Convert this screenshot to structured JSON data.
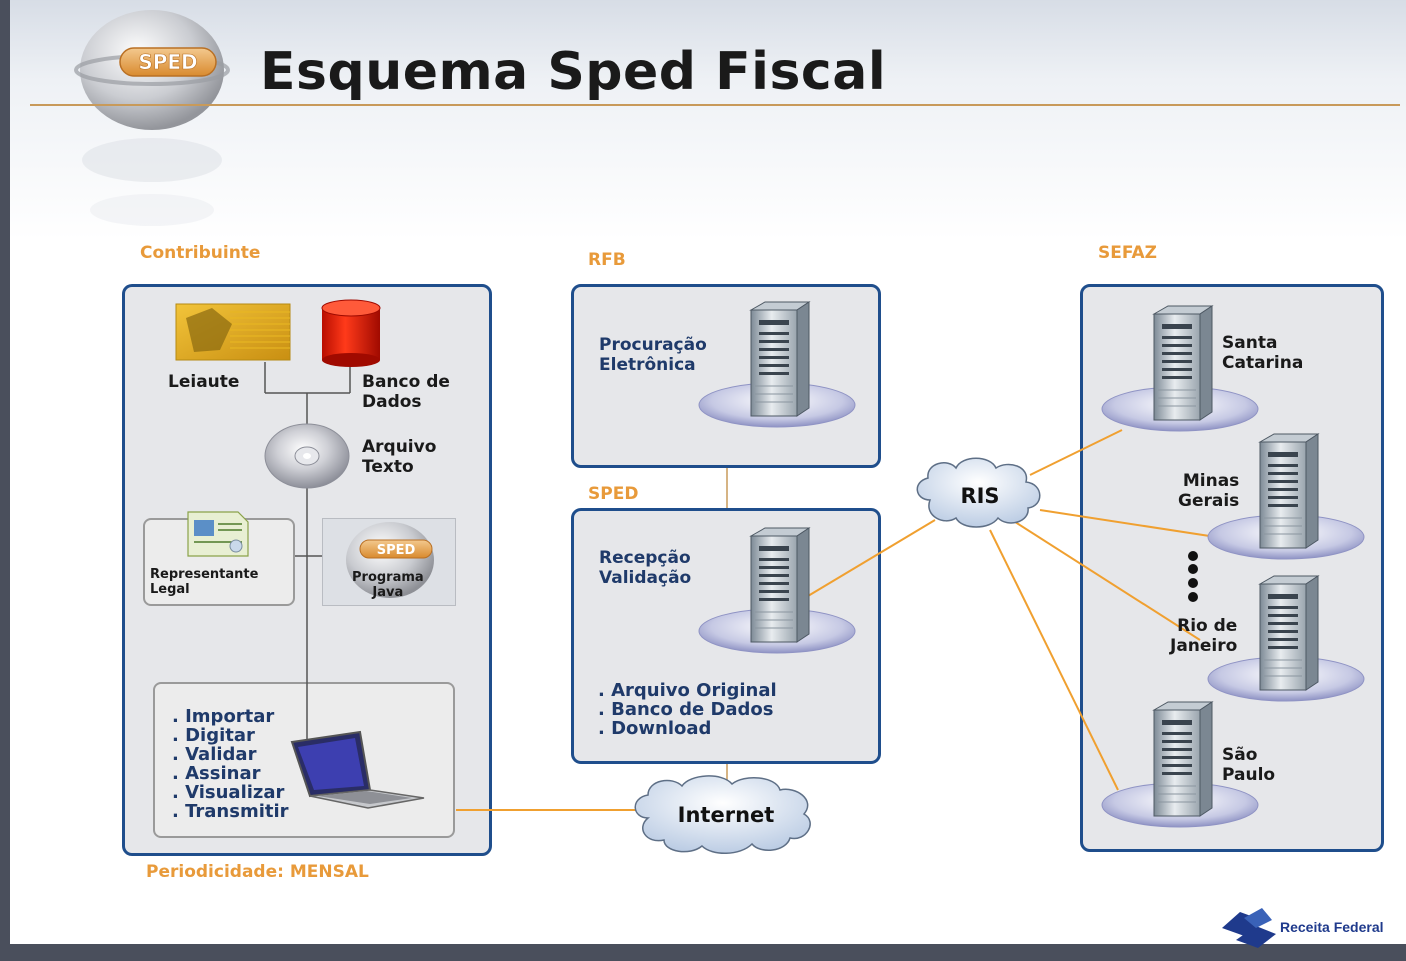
{
  "header": {
    "logo_text": "SPED",
    "title": "Esquema Sped Fiscal"
  },
  "contribuinte": {
    "heading": "Contribuinte",
    "leiaute": "Leiaute",
    "banco": "Banco de\nDados",
    "arquivo": "Arquivo\nTexto",
    "representante": "Representante\nLegal",
    "programa_logo": "SPED",
    "programa": "Programa\nJava",
    "actions": [
      ". Importar",
      ". Digitar",
      ". Validar",
      ". Assinar",
      ". Visualizar",
      ". Transmitir"
    ],
    "periodicidade": "Periodicidade: MENSAL"
  },
  "rfb": {
    "heading": "RFB",
    "label": "Procuração\nEletrônica"
  },
  "sped": {
    "heading": "SPED",
    "label": "Recepção\nValidação",
    "items": [
      ". Arquivo Original",
      ". Banco de Dados",
      ". Download"
    ]
  },
  "clouds": {
    "ris": "RIS",
    "internet": "Internet"
  },
  "sefaz": {
    "heading": "SEFAZ",
    "states": [
      "Santa\nCatarina",
      "Minas\nGerais",
      "Rio de\nJaneiro",
      "São\nPaulo"
    ]
  },
  "footer": {
    "brand": "Receita Federal"
  },
  "colors": {
    "panel_border": "#1f4e8c",
    "accent_orange": "#e89a3a",
    "connector_orange": "#f0a030",
    "panel_fill": "#e6e7ea"
  }
}
